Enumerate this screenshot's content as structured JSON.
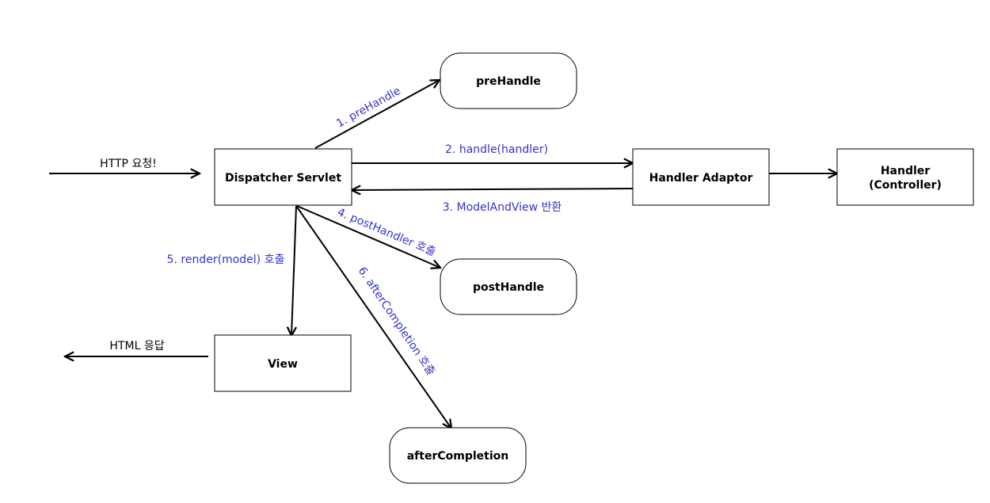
{
  "colors": {
    "label_blue": "#3333cc",
    "stroke": "#000000",
    "fill": "#ffffff"
  },
  "nodes": {
    "dispatcher": "Dispatcher Servlet",
    "handler_adaptor": "Handler Adaptor",
    "handler_line1": "Handler",
    "handler_line2": "(Controller)",
    "view": "View",
    "pre_handle": "preHandle",
    "post_handle": "postHandle",
    "after_completion": "afterCompletion"
  },
  "edges": {
    "http_request": "HTTP 요청!",
    "html_response": "HTML 응답",
    "step1": "1. preHandle",
    "step2": "2. handle(handler)",
    "step3": "3. ModelAndView 반환",
    "step4": "4. postHandler 호출",
    "step5": "5. render(model) 호출",
    "step6": "6. afterCompletion 호출"
  }
}
